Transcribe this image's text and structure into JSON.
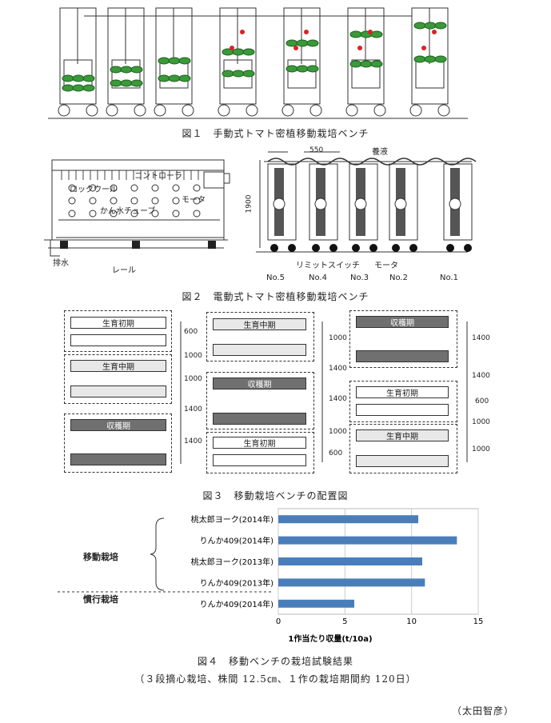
{
  "figure1": {
    "caption": "図１　手動式トマト密植移動栽培ベンチ"
  },
  "figure2": {
    "caption": "図２　電動式トマト密植移動栽培ベンチ",
    "labels": {
      "controller": "コントローラ",
      "rockwool": "ロックウール",
      "motor_left": "モータ",
      "irrigation_tube": "かん水チューブ",
      "drain": "排水",
      "rail": "レール",
      "nutrient": "養液",
      "limit_switch": "リミットスイッチ",
      "motor_right": "モータ",
      "dim_550": "550",
      "dim_1900": "1900"
    },
    "benches": [
      "No.5",
      "No.4",
      "No.3",
      "No.2",
      "No.1"
    ]
  },
  "figure3": {
    "caption": "図３　移動栽培ベンチの配置図",
    "col1": {
      "box1": "生育初期",
      "box2": "生育中期",
      "box3": "収穫期",
      "dims": [
        "600",
        "1000",
        "1400"
      ]
    },
    "col2": {
      "box1": "生育中期",
      "box2": "収穫期",
      "box3": "生育初期",
      "dims": [
        "1000",
        "1400",
        "1000",
        "1400",
        "1000",
        "600"
      ]
    },
    "col3": {
      "box1": "収穫期",
      "box2": "生育初期",
      "box3": "生育中期",
      "dims": [
        "1400",
        "1400",
        "600",
        "1000",
        "1000"
      ]
    },
    "colors": {
      "early": "#ffffff",
      "mid": "#e8e8e8",
      "harvest": "#707070"
    }
  },
  "figure4": {
    "caption": "図４　移動ベンチの栽培試験結果",
    "note": "（３段摘心栽培、株間 12.5㎝、１作の栽培期間約 120日）",
    "group_moving": "移動栽培",
    "group_conventional": "慣行栽培",
    "author": "（太田智彦）"
  },
  "chart_data": {
    "type": "bar",
    "orientation": "horizontal",
    "categories": [
      "桃太郎ヨーク(2014年)",
      "りんか409(2014年)",
      "桃太郎ヨーク(2013年)",
      "りんか409(2013年)",
      "りんか409(2014年)"
    ],
    "values": [
      10.5,
      13.4,
      10.8,
      11.0,
      5.7
    ],
    "xlabel": "1作当たり収量(t/10a)",
    "xlim": [
      0,
      15
    ],
    "xticks": [
      "0",
      "5",
      "10",
      "15"
    ],
    "grid": true,
    "bar_color": "#4a7ebb"
  }
}
